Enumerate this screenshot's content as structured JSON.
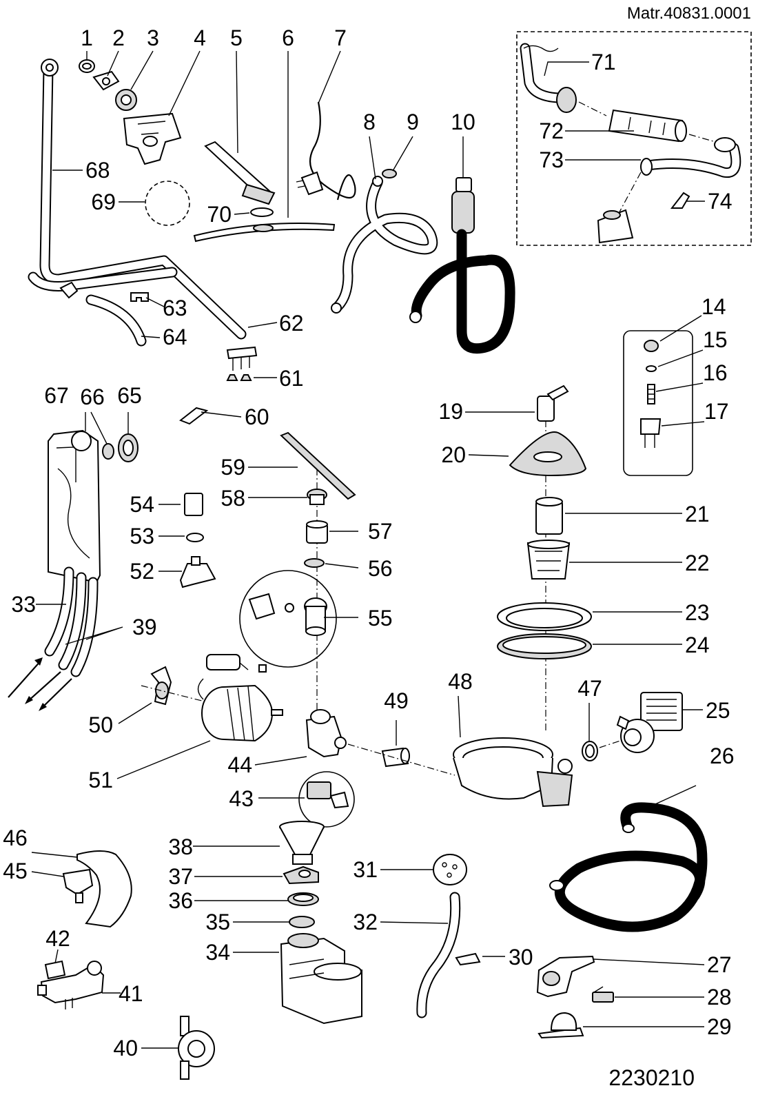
{
  "header": {
    "material_code": "Matr.40831.0001"
  },
  "footer": {
    "drawing_number": "2230210"
  },
  "labels": {
    "p1": "1",
    "p2": "2",
    "p3": "3",
    "p4": "4",
    "p5": "5",
    "p6": "6",
    "p7": "7",
    "p8": "8",
    "p9": "9",
    "p10": "10",
    "p14": "14",
    "p15": "15",
    "p16": "16",
    "p17": "17",
    "p19": "19",
    "p20": "20",
    "p21": "21",
    "p22": "22",
    "p23": "23",
    "p24": "24",
    "p25": "25",
    "p26": "26",
    "p27": "27",
    "p28": "28",
    "p29": "29",
    "p30": "30",
    "p31": "31",
    "p32": "32",
    "p33": "33",
    "p34": "34",
    "p35": "35",
    "p36": "36",
    "p37": "37",
    "p38": "38",
    "p39": "39",
    "p40": "40",
    "p41": "41",
    "p42": "42",
    "p43": "43",
    "p44": "44",
    "p45": "45",
    "p46": "46",
    "p47": "47",
    "p48": "48",
    "p49": "49",
    "p50": "50",
    "p51": "51",
    "p52": "52",
    "p53": "53",
    "p54": "54",
    "p55": "55",
    "p56": "56",
    "p57": "57",
    "p58": "58",
    "p59": "59",
    "p60": "60",
    "p61": "61",
    "p62": "62",
    "p63": "63",
    "p64": "64",
    "p65": "65",
    "p66": "66",
    "p67": "67",
    "p68": "68",
    "p69": "69",
    "p70": "70",
    "p71": "71",
    "p72": "72",
    "p73": "73",
    "p74": "74"
  }
}
